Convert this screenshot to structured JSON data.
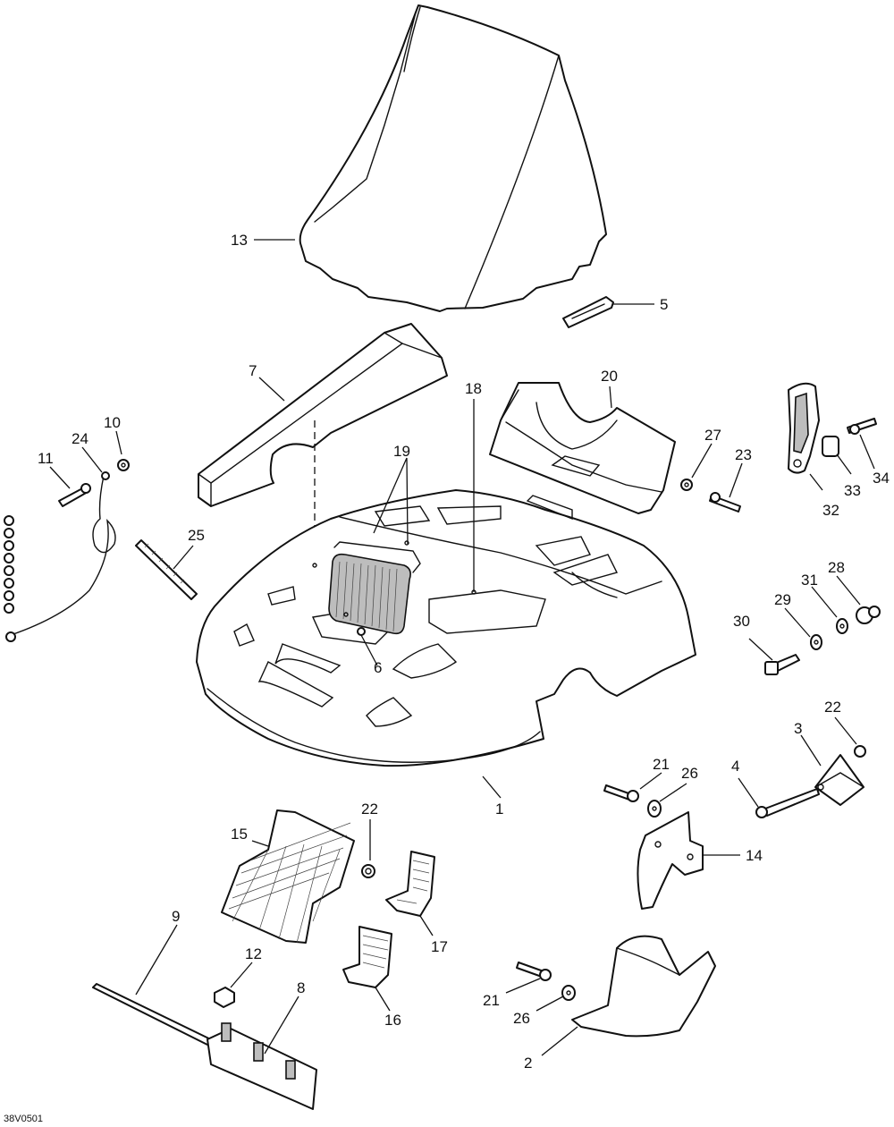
{
  "diagram_code": "38V0501",
  "labels": {
    "l1": "1",
    "l2": "2",
    "l3": "3",
    "l4": "4",
    "l5": "5",
    "l6": "6",
    "l7": "7",
    "l8": "8",
    "l9": "9",
    "l10": "10",
    "l11": "11",
    "l12": "12",
    "l13": "13",
    "l14": "14",
    "l15": "15",
    "l16": "16",
    "l17": "17",
    "l18": "18",
    "l19": "19",
    "l20": "20",
    "l21a": "21",
    "l21b": "21",
    "l22a": "22",
    "l22b": "22",
    "l23": "23",
    "l24": "24",
    "l25": "25",
    "l26a": "26",
    "l26b": "26",
    "l27": "27",
    "l28": "28",
    "l29": "29",
    "l30": "30",
    "l31": "31",
    "l32": "32",
    "l33": "33",
    "l34": "34"
  }
}
